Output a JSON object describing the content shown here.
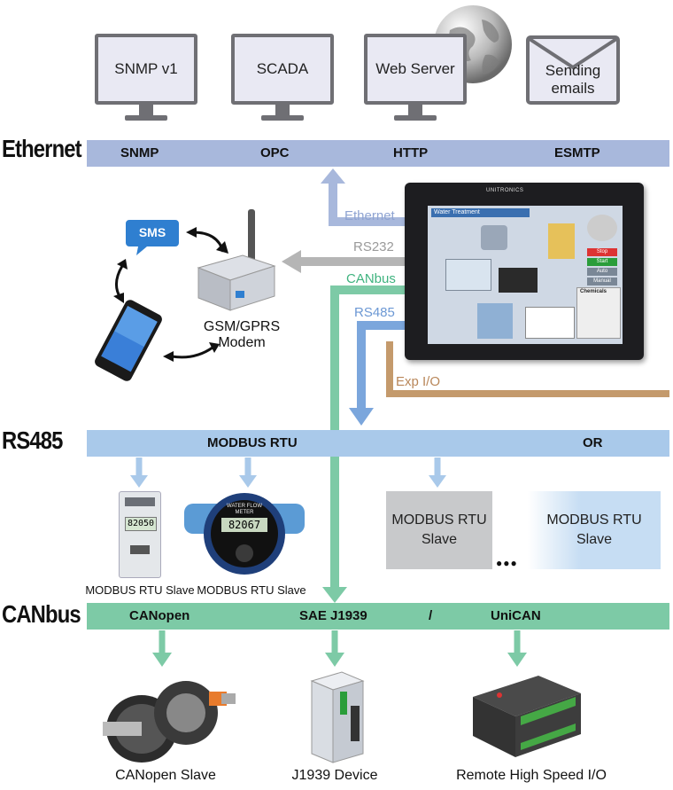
{
  "monitors": [
    {
      "label": "SNMP v1"
    },
    {
      "label": "SCADA"
    },
    {
      "label": "Web Server"
    },
    {
      "label": "Sending emails"
    }
  ],
  "ethernet": {
    "side_label": "Ethernet",
    "protocols": [
      "SNMP",
      "OPC",
      "HTTP",
      "ESMTP"
    ]
  },
  "hmi_links": {
    "ethernet": "Ethernet",
    "rs232": "RS232",
    "canbus": "CANbus",
    "rs485": "RS485",
    "exp_io": "Exp I/O"
  },
  "hmi_screen": {
    "brand": "UNITRONICS",
    "title": "Water Treatment",
    "chemicals": "Chemicals",
    "buttons": [
      "Stop",
      "Start",
      "Auto",
      "Manual"
    ]
  },
  "sms": {
    "label": "SMS"
  },
  "modem": {
    "caption": "GSM/GPRS Modem"
  },
  "rs485": {
    "side_label": "RS485",
    "protocol": "MODBUS RTU",
    "or_label": "OR",
    "devices": [
      {
        "display": "82050",
        "caption": "MODBUS RTU Slave"
      },
      {
        "title": "WATER FLOW METER",
        "display": "82067",
        "caption": "MODBUS RTU Slave"
      }
    ],
    "slave_boxes": [
      "MODBUS RTU Slave",
      "MODBUS RTU Slave"
    ],
    "ellipsis": "●●●"
  },
  "canbus": {
    "side_label": "CANbus",
    "protocols": [
      "CANopen",
      "SAE J1939",
      "/",
      "UniCAN"
    ],
    "devices": [
      {
        "caption": "CANopen Slave"
      },
      {
        "caption": "J1939 Device"
      },
      {
        "caption": "Remote High Speed I/O"
      }
    ]
  },
  "colors": {
    "ethernet": "#a8b8dc",
    "rs485": "#a9c9ea",
    "canbus": "#7dcaa6",
    "rs232": "#b5b5b5",
    "exp_io": "#c49a6c",
    "rs485_link": "#7ba6dc"
  }
}
